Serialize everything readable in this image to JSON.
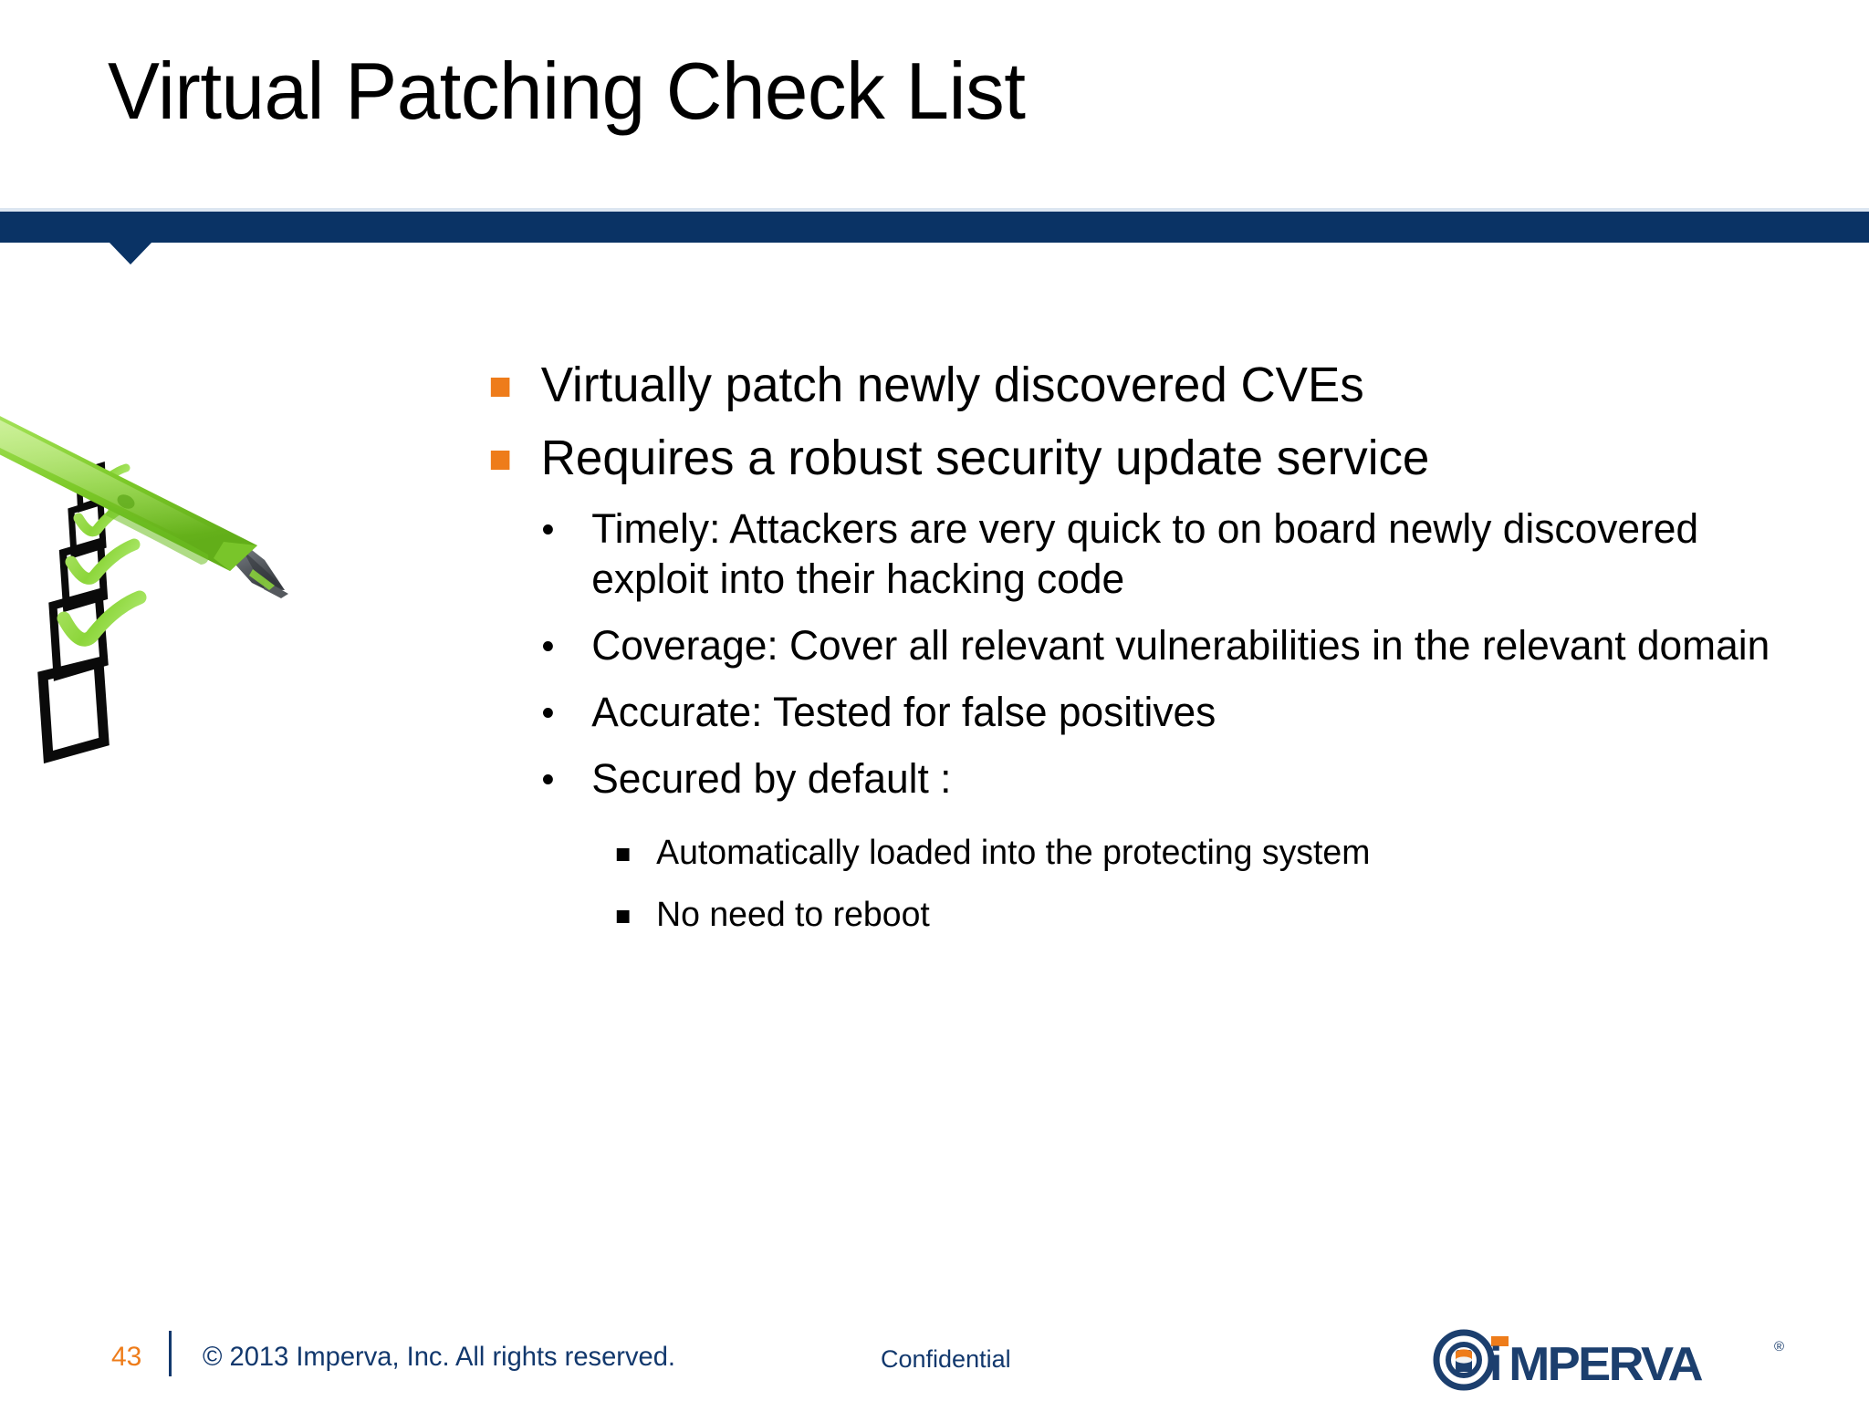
{
  "slide": {
    "title": "Virtual Patching Check List",
    "accent_navy": "#0A3365",
    "accent_orange": "#EE7C1A",
    "footer_navy": "#12386D",
    "check_green": "#8CD63A"
  },
  "bullets": {
    "level1": [
      {
        "text": "Virtually patch newly discovered CVEs"
      },
      {
        "text": "Requires a robust security update service"
      }
    ],
    "level2": [
      {
        "text": "Timely: Attackers are very quick to on board newly discovered exploit into their hacking code"
      },
      {
        "text": "Coverage: Cover all relevant vulnerabilities in the relevant domain"
      },
      {
        "text": "Accurate: Tested for false positives"
      },
      {
        "text": "Secured by default :"
      }
    ],
    "level3": [
      {
        "text": "Automatically loaded into the protecting system"
      },
      {
        "text": "No need to reboot"
      }
    ]
  },
  "artwork": {
    "name": "green-pen-checklist-image",
    "checkbox_count": 5,
    "checked_count": 4,
    "pen_color": "#8CD63A"
  },
  "footer": {
    "page_number": "43",
    "copyright": "© 2013 Imperva, Inc. All rights reserved.",
    "classification": "Confidential"
  },
  "logo": {
    "wordmark_i": "i",
    "wordmark_rest": "MPERVA",
    "registered_mark": "®",
    "navy": "#1C3F6E",
    "orange": "#EE7C1A"
  }
}
